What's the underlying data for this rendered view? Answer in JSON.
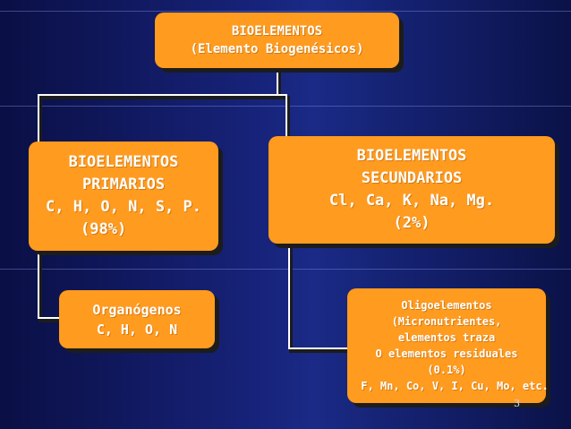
{
  "nodes": {
    "top": {
      "lines": [
        "BIOELEMENTOS",
        "(Elemento Biogenésicos)"
      ]
    },
    "primary": {
      "lines": [
        "BIOELEMENTOS",
        "PRIMARIOS",
        "C, H, O, N, S, P.",
        "(98%)"
      ]
    },
    "secondary": {
      "lines": [
        "BIOELEMENTOS",
        "SECUNDARIOS",
        "Cl, Ca, K, Na, Mg.",
        "(2%)"
      ]
    },
    "organogens": {
      "lines": [
        "Organógenos",
        "C, H, O, N"
      ]
    },
    "oligo": {
      "lines": [
        "Oligoelementos",
        "(Micronutrientes,",
        "elementos traza",
        "O elementos residuales",
        "(0.1%)",
        "F, Mn, Co, V, I, Cu, Mo, etc."
      ]
    }
  },
  "slide_number": "3",
  "colors": {
    "box_fill": "#ff9b1f",
    "text": "#ffffff",
    "background": "#17237a",
    "connector": "#ffffff"
  }
}
